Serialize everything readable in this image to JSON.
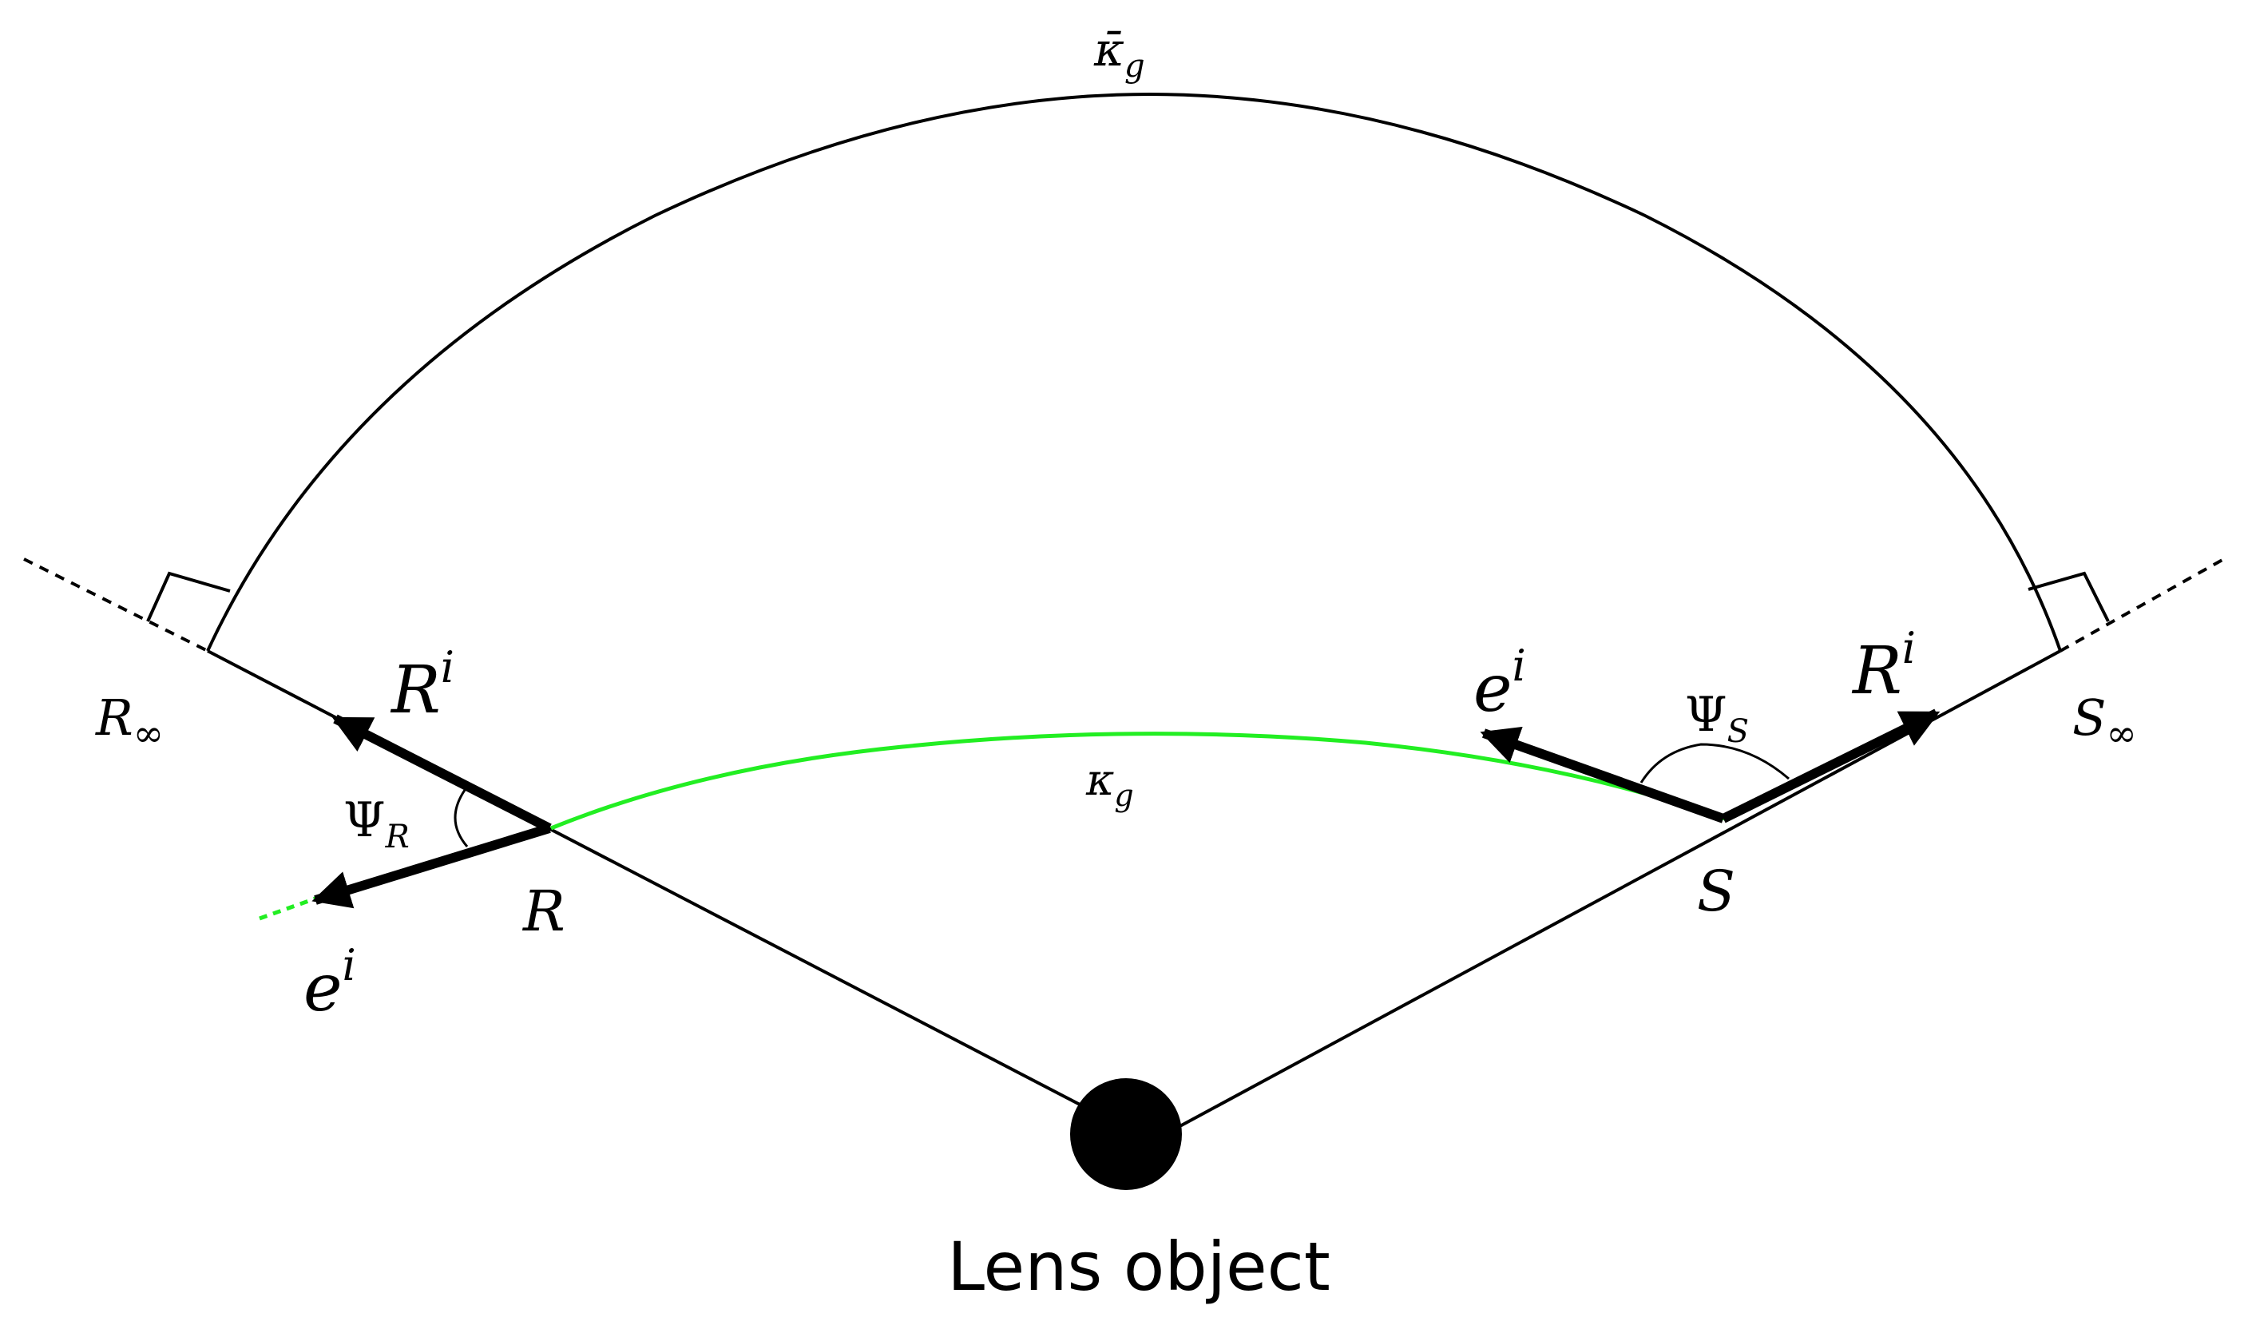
{
  "labels": {
    "outer_curvature": "κ̄",
    "outer_curvature_sub": "g",
    "inner_curvature": "κ",
    "inner_curvature_sub": "g",
    "r_infinity": "R",
    "s_infinity": "S",
    "infinity_sub": "∞",
    "r_point": "R",
    "s_point": "S",
    "r_vector": "R",
    "r_vector_sup": "i",
    "e_vector": "e",
    "e_vector_sup": "i",
    "psi": "Ψ",
    "psi_r_sub": "R",
    "psi_s_sub": "S",
    "lens": "Lens object"
  },
  "colors": {
    "line": "#000000",
    "ray": "#22ee22",
    "background": "#ffffff"
  }
}
